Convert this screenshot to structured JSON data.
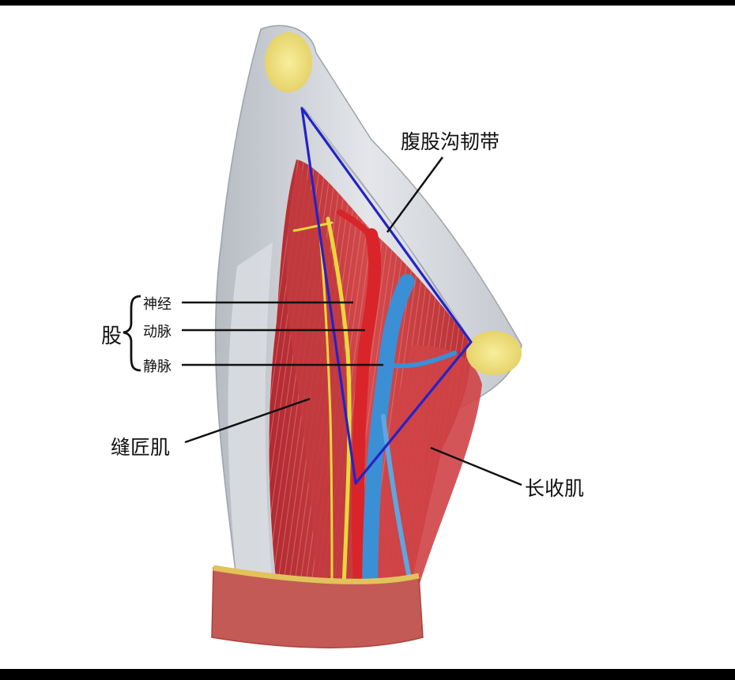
{
  "labels": {
    "inguinal_ligament": "腹股沟韧带",
    "femoral_prefix": "股",
    "nerve": "神经",
    "artery": "动脉",
    "vein": "静脉",
    "sartorius": "缝匠肌",
    "adductor_longus": "长收肌"
  },
  "colors": {
    "background": "#ffffff",
    "frame": "#000000",
    "triangle_outline": "#2323c8",
    "muscle": "#c9383c",
    "fascia": "#c9cdd2",
    "artery": "#d9242a",
    "vein": "#3b8fd4",
    "nerve": "#e8d83a",
    "bone_head": "#f2e48a",
    "skin_cut": "#c45a55",
    "leader_line": "#111111"
  }
}
